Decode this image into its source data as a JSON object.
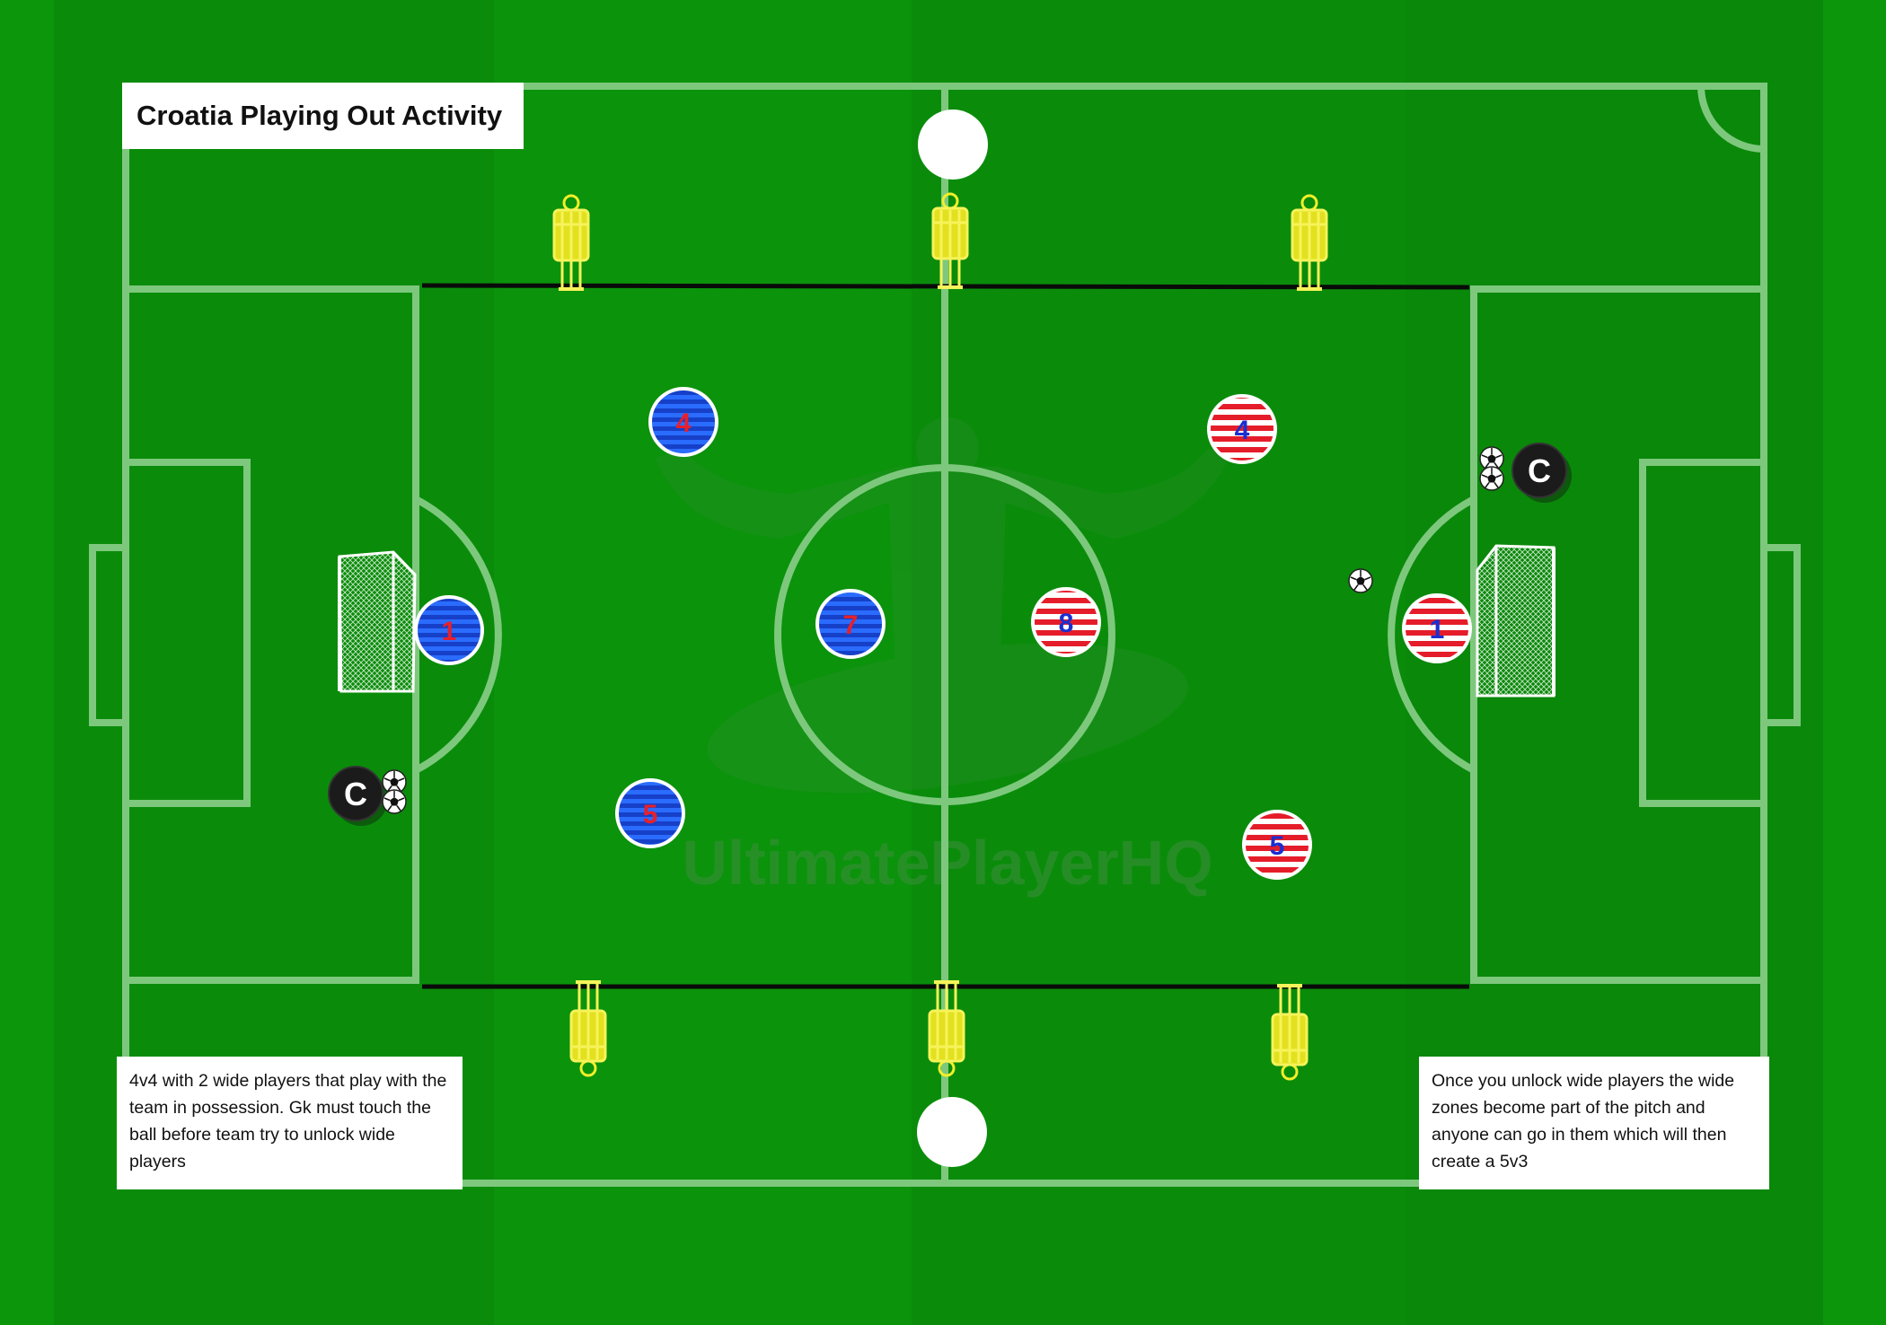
{
  "title": "Croatia Playing Out Activity",
  "watermark": "UltimatePlayerHQ",
  "notes": {
    "left": "4v4 with 2 wide players that play with the team in possession. Gk must touch the ball before team try to unlock wide players",
    "right": "Once you unlock wide players the wide zones become part of the pitch and anyone can go in them which will then create a 5v3"
  },
  "colors": {
    "pitch_light": "#0e9a0e",
    "pitch_dark": "#088508",
    "lines": "#7ec87e",
    "blue_team": "#1f4fe0",
    "blue_number": "#e8202a",
    "red_team": "#e51d2a",
    "red_number": "#1a2fd0",
    "mannequin": "#f2ef2a",
    "coach": "#1b1b1b"
  },
  "players": {
    "blue": [
      {
        "number": "1",
        "role": "goalkeeper"
      },
      {
        "number": "4",
        "role": "outfield"
      },
      {
        "number": "7",
        "role": "outfield"
      },
      {
        "number": "5",
        "role": "outfield"
      }
    ],
    "red": [
      {
        "number": "4",
        "role": "outfield"
      },
      {
        "number": "8",
        "role": "outfield"
      },
      {
        "number": "5",
        "role": "outfield"
      },
      {
        "number": "1",
        "role": "goalkeeper"
      }
    ]
  },
  "coaches": [
    {
      "label": "C",
      "side": "left"
    },
    {
      "label": "C",
      "side": "right"
    }
  ],
  "icons": {
    "ball": "soccer-ball-icon",
    "mannequin": "mannequin-icon",
    "goal": "goal-net-icon",
    "disc": "marker-disc-icon"
  }
}
